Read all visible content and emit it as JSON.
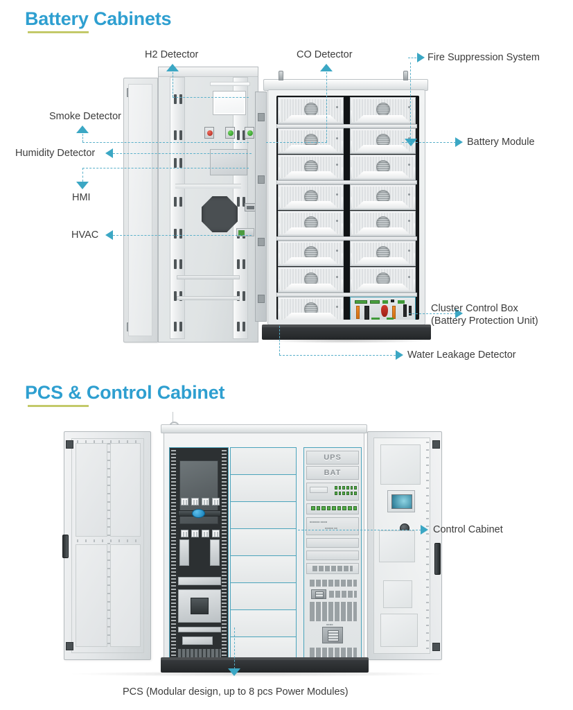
{
  "theme": {
    "title_color": "#2e9fd0",
    "underline_color": "#b9c04f",
    "leader_color": "#58afc9",
    "arrow_color": "#3ba7c4",
    "label_color": "#3c3c3c",
    "accent_outline": "#4aa3bb",
    "background": "#ffffff"
  },
  "sections": [
    {
      "id": "battery-cabinets",
      "title": "Battery Cabinets",
      "callouts": [
        {
          "name": "h2-detector",
          "label": "H2 Detector",
          "arrow": "up"
        },
        {
          "name": "co-detector",
          "label": "CO Detector",
          "arrow": "up"
        },
        {
          "name": "fire-suppression-system",
          "label": "Fire Suppression System",
          "arrow": "right"
        },
        {
          "name": "smoke-detector",
          "label": "Smoke Detector",
          "arrow": "up"
        },
        {
          "name": "humidity-detector",
          "label": "Humidity Detector",
          "arrow": "left"
        },
        {
          "name": "hmi",
          "label": "HMI",
          "arrow": "down"
        },
        {
          "name": "hvac",
          "label": "HVAC",
          "arrow": "left"
        },
        {
          "name": "battery-module",
          "label": "Battery Module",
          "arrow": "right"
        },
        {
          "name": "cluster-control-box",
          "label": "Cluster Control Box",
          "label_line2": "(Battery Protection Unit)",
          "arrow": "right"
        },
        {
          "name": "water-leakage-detector",
          "label": "Water Leakage Detector",
          "arrow": "right"
        }
      ],
      "cabinet": {
        "battery_module_rows": 8,
        "battery_module_columns": 2,
        "battery_module_count": 15,
        "cluster_control_box_position": "bottom-right"
      }
    },
    {
      "id": "pcs-control-cabinet",
      "title": "PCS & Control Cabinet",
      "callouts": [
        {
          "name": "control-cabinet",
          "label": "Control Cabinet",
          "arrow": "right"
        },
        {
          "name": "pcs-caption",
          "label": "PCS (Modular design, up to 8 pcs Power Modules)",
          "arrow": "down"
        }
      ],
      "rack_labels": [
        "UPS",
        "BAT"
      ],
      "cabinet": {
        "power_module_slots": 8,
        "bays": 3
      }
    }
  ]
}
